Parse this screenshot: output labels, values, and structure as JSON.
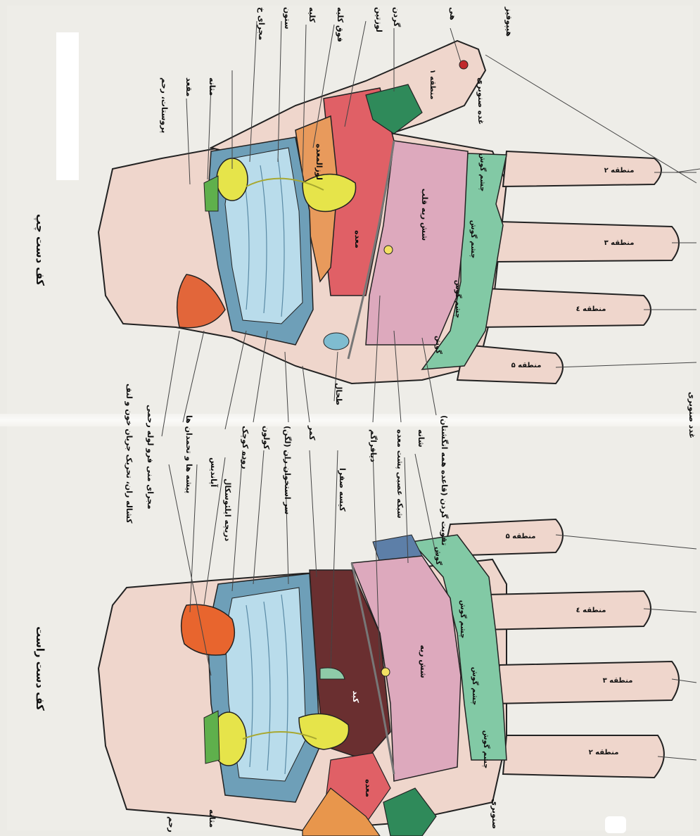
{
  "left_hand": {
    "title": "کف دست چپ",
    "zones": [
      "منطقه ۱",
      "منطقه ۲",
      "منطقه ۳",
      "منطقه ٤",
      "منطقه ۵"
    ],
    "finger_labels": [
      "چشم گوش",
      "چشم گوش",
      "چشم گوش",
      "گوش"
    ],
    "organs": {
      "stomach": "معده",
      "lungs": "شش ریه قلب",
      "spleen": "طحال",
      "pancreas": "لوزالمعده"
    },
    "labels_top": [
      "هیپوفیز",
      "هی",
      "گردن",
      "لوزتین",
      "فوق کلیه",
      "کلیه",
      "ستون",
      "مجرای خ",
      "پروستات، رحم",
      "مقعد",
      "مثانه"
    ],
    "labels_bottom": [
      "غده صنوبری",
      "تقویت گردن (قاعده همه انگشتان)",
      "شانه",
      "شبکه عصبی پشت معده",
      "دیافراگم",
      "طحال",
      "کمر",
      "سر استخوان ران (لگن)",
      "کولون",
      "روده کوچک",
      "پیشه ها و تحمدان ها",
      "مجرای منی فرو لوله رحمی",
      "کشاله ران، تحریک جریان خون و لنف"
    ]
  },
  "right_hand": {
    "title": "کف دست راست",
    "zones": [
      "منطقه ۵",
      "منطقه ٤",
      "منطقه ۳",
      "منطقه ۲"
    ],
    "finger_labels": [
      "گوش",
      "چشم گوش",
      "چشم گوش",
      "چشم گوش"
    ],
    "organs": {
      "liver": "کبد",
      "lungs": "شش ریه",
      "gallbladder": "کیسه صفرا",
      "stomach": "معده"
    },
    "labels": [
      "آپاندیس",
      "دریچه ایلئوسکال",
      "رحم",
      "مثانه",
      "صنوبری"
    ]
  },
  "top_cut_text": "غدد صنوبری"
}
